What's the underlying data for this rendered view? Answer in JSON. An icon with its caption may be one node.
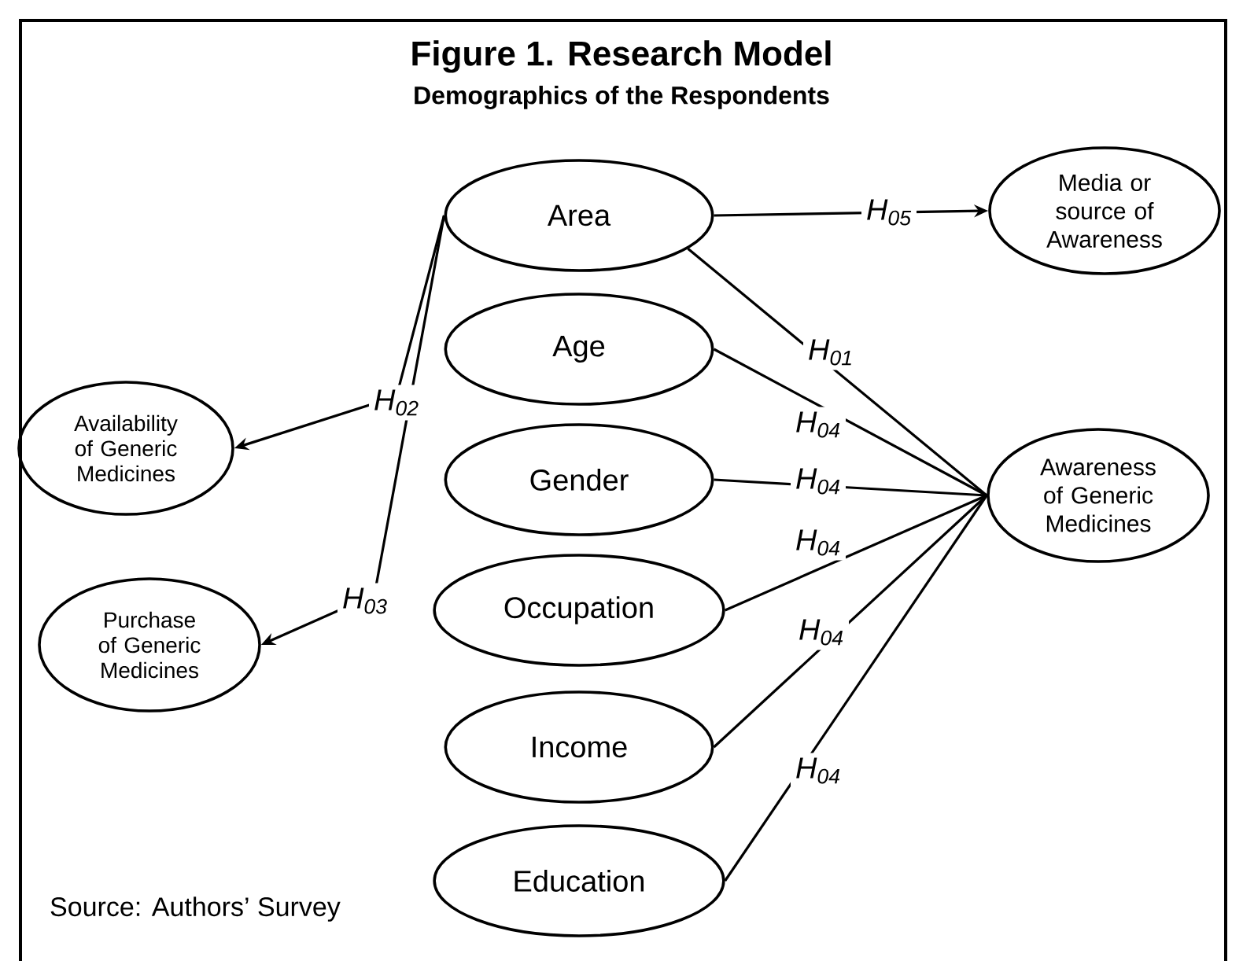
{
  "diagram": {
    "title": "Figure 1. Research Model",
    "caption": "Source: Authors’ Survey",
    "nodes": [
      {
        "text": [
          "Area"
        ]
      },
      {
        "text": [
          "Age"
        ]
      },
      {
        "text": [
          "Gender"
        ]
      },
      {
        "text": [
          "Occupation"
        ]
      },
      {
        "text": [
          "Income"
        ]
      },
      {
        "text": [
          "Education"
        ]
      },
      {
        "text": [
          "Media or source of Awareness"
        ]
      },
      {
        "text": [
          "Availability of Generic Medicines"
        ]
      },
      {
        "text": [
          "Purchase of Generic Medicines"
        ]
      },
      {
        "text": [
          "Awareness of Generic Medicines"
        ]
      }
    ],
    "edges": [
      {
        "from": 0,
        "to": 6,
        "arrow": "to",
        "label": "H$_{05}$"
      },
      {
        "from": 0,
        "to": 9,
        "arrow": "none",
        "label": "H$_{01}$"
      },
      {
        "from": 0,
        "to": 7,
        "arrow": "to",
        "label": "H$_{02}$"
      },
      {
        "from": 0,
        "to": 8,
        "arrow": "to",
        "label": "H$_{03}$"
      },
      {
        "from": 1,
        "to": 9,
        "arrow": "none",
        "label": "H$_{04}$"
      },
      {
        "from": 2,
        "to": 9,
        "arrow": "none",
        "label": "H$_{04}$"
      },
      {
        "from": 3,
        "to": 9,
        "arrow": "none",
        "label": "H$_{04}$"
      },
      {
        "from": 4,
        "to": 9,
        "arrow": "none",
        "label": "H$_{04}$"
      },
      {
        "from": 5,
        "to": 9,
        "arrow": "none",
        "label": "H$_{04}$"
      }
    ],
    "labels": [
      "Demographics of the Respondents"
    ]
  }
}
